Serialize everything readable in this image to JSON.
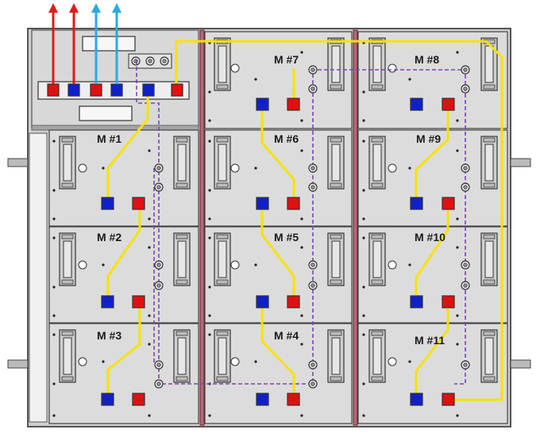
{
  "diagram": {
    "type": "battery-pack-module-layout",
    "colors": {
      "cabinet": "#d4d4d4",
      "panel": "#dcdcdc",
      "frame": "#555555",
      "divider": "#8a2a3a",
      "series_link": "#f7e200",
      "sense_line": "#7a45b5",
      "terminal_positive": "#e01010",
      "terminal_negative": "#1020c8",
      "arrow_positive": "#e01b1b",
      "arrow_negative": "#29aadf"
    },
    "top_arrows": [
      "positive",
      "positive",
      "negative",
      "negative"
    ],
    "modules": [
      {
        "id": "m1",
        "label": "M #1"
      },
      {
        "id": "m2",
        "label": "M #2"
      },
      {
        "id": "m3",
        "label": "M #3"
      },
      {
        "id": "m4",
        "label": "M #4"
      },
      {
        "id": "m5",
        "label": "M #5"
      },
      {
        "id": "m6",
        "label": "M #6"
      },
      {
        "id": "m7",
        "label": "M #7"
      },
      {
        "id": "m8",
        "label": "M #8"
      },
      {
        "id": "m9",
        "label": "M #9"
      },
      {
        "id": "m10",
        "label": "M #10"
      },
      {
        "id": "m11",
        "label": "M #11"
      }
    ],
    "connection_order": [
      "m1",
      "m2",
      "m3",
      "m4",
      "m5",
      "m6",
      "m7",
      "m8",
      "m9",
      "m10",
      "m11"
    ]
  }
}
